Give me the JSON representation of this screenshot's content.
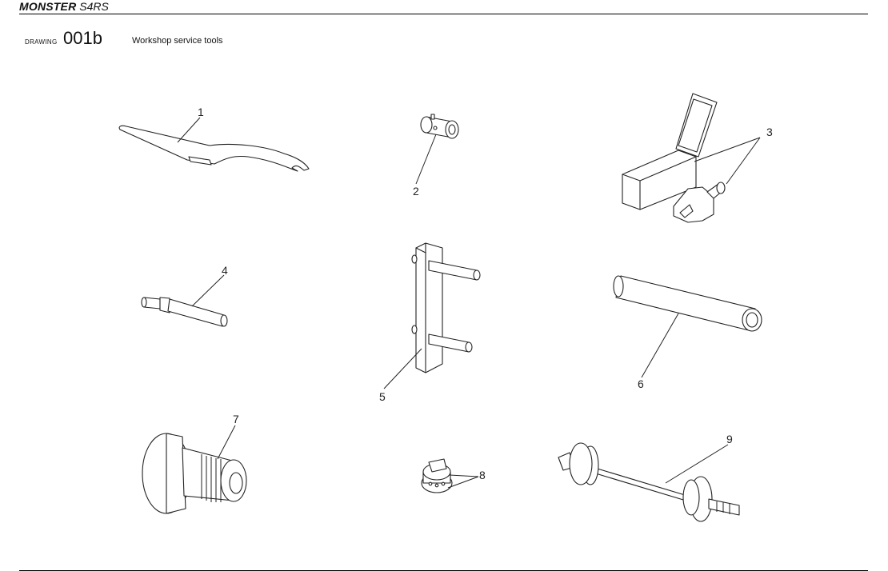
{
  "header": {
    "model": "MONSTER",
    "variant": "S4RS",
    "drawing_label": "DRAWING",
    "drawing_number": "001b",
    "drawing_title": "Workshop service tools"
  },
  "callouts": [
    "1",
    "2",
    "3",
    "4",
    "5",
    "6",
    "7",
    "8",
    "9"
  ]
}
